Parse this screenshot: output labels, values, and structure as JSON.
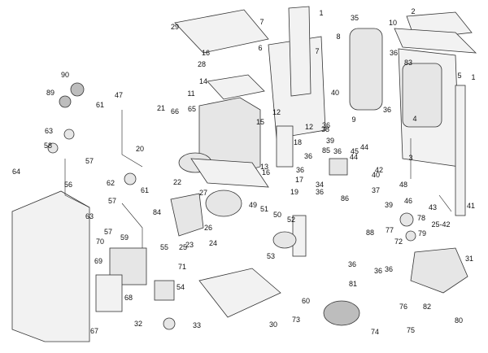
{
  "callouts": [
    "1",
    "2",
    "3",
    "4",
    "5",
    "6",
    "7",
    "8",
    "9",
    "10",
    "11",
    "12",
    "13",
    "14",
    "15",
    "16",
    "17",
    "18",
    "19",
    "20",
    "21",
    "22",
    "23",
    "24",
    "25",
    "26",
    "27",
    "28",
    "29",
    "30",
    "31",
    "32",
    "33",
    "34",
    "35",
    "36",
    "37",
    "38",
    "39",
    "40",
    "41",
    "42",
    "43",
    "44",
    "45",
    "46",
    "47",
    "48",
    "49",
    "50",
    "51",
    "52",
    "53",
    "54",
    "55",
    "56",
    "57",
    "58",
    "59",
    "60",
    "61",
    "62",
    "63",
    "64",
    "65",
    "66",
    "67",
    "68",
    "69",
    "70",
    "71",
    "72",
    "73",
    "74",
    "75",
    "76",
    "77",
    "78",
    "79",
    "80",
    "81",
    "82",
    "83",
    "84",
    "85",
    "86",
    "88",
    "89",
    "90",
    "25-42"
  ]
}
